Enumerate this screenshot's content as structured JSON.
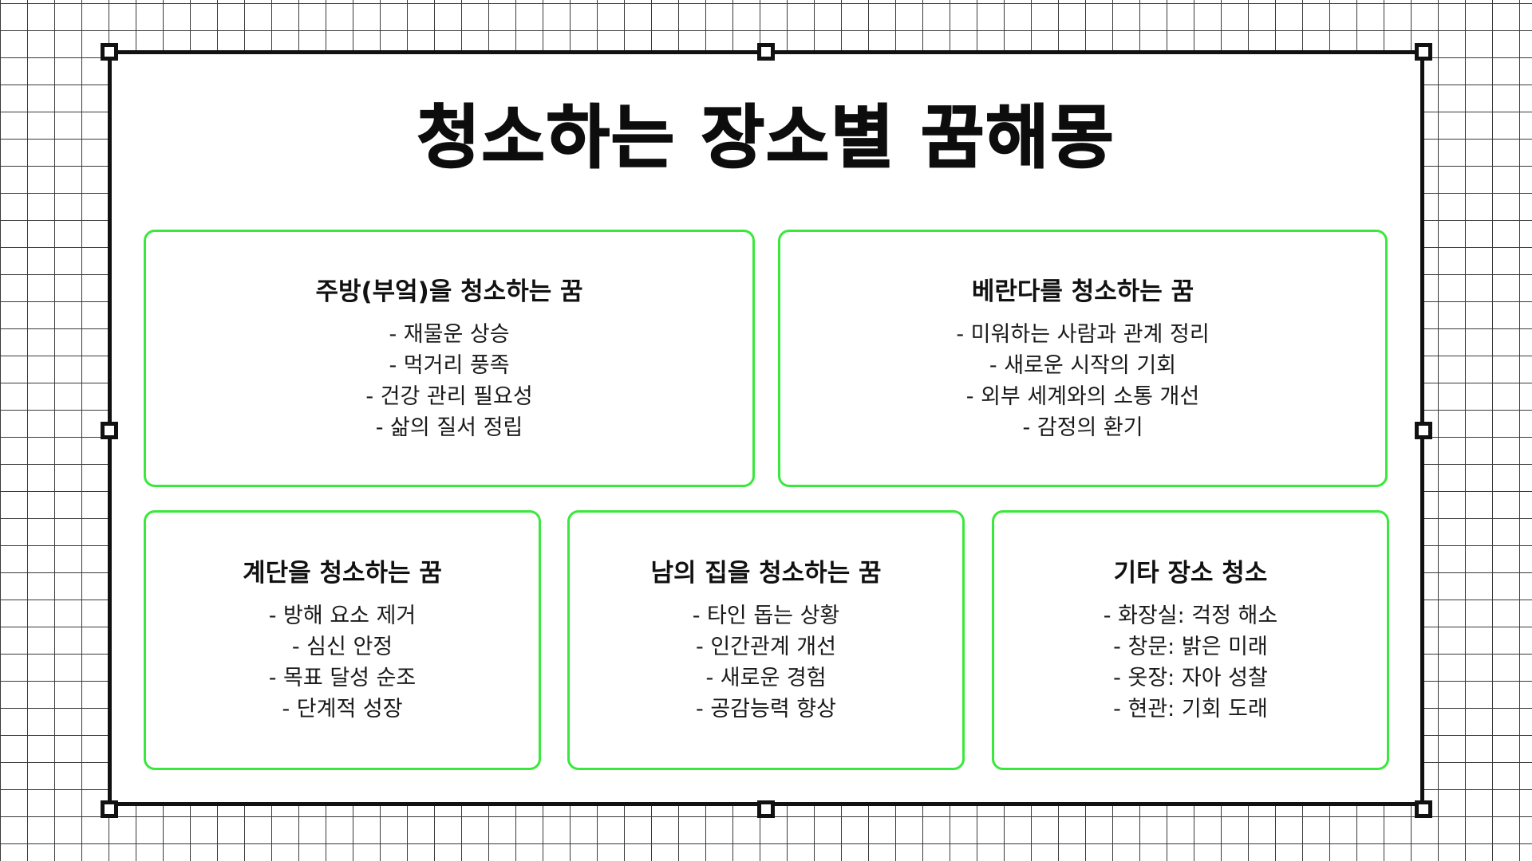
{
  "title": "청소하는 장소별 꿈해몽",
  "cards": [
    {
      "title": "주방(부엌)을 청소하는 꿈",
      "items": [
        "- 재물운 상승",
        "- 먹거리 풍족",
        "- 건강 관리 필요성",
        "- 삶의 질서 정립"
      ]
    },
    {
      "title": "베란다를 청소하는 꿈",
      "items": [
        "- 미워하는 사람과 관계 정리",
        "- 새로운 시작의 기회",
        "- 외부 세계와의 소통 개선",
        "- 감정의 환기"
      ]
    },
    {
      "title": "계단을 청소하는 꿈",
      "items": [
        "- 방해 요소 제거",
        "- 심신 안정",
        "- 목표 달성 순조",
        "- 단계적 성장"
      ]
    },
    {
      "title": "남의 집을 청소하는 꿈",
      "items": [
        "- 타인 돕는 상황",
        "- 인간관계 개선",
        "- 새로운 경험",
        "- 공감능력 향상"
      ]
    },
    {
      "title": "기타 장소 청소",
      "items": [
        "- 화장실: 걱정 해소",
        "- 창문: 밝은 미래",
        "- 옷장: 자아 성찰",
        "- 현관: 기회 도래"
      ]
    }
  ],
  "colors": {
    "card_border": "#39e83b",
    "frame": "#111111",
    "grid": "#3a3a3a",
    "background": "#ffffff"
  }
}
